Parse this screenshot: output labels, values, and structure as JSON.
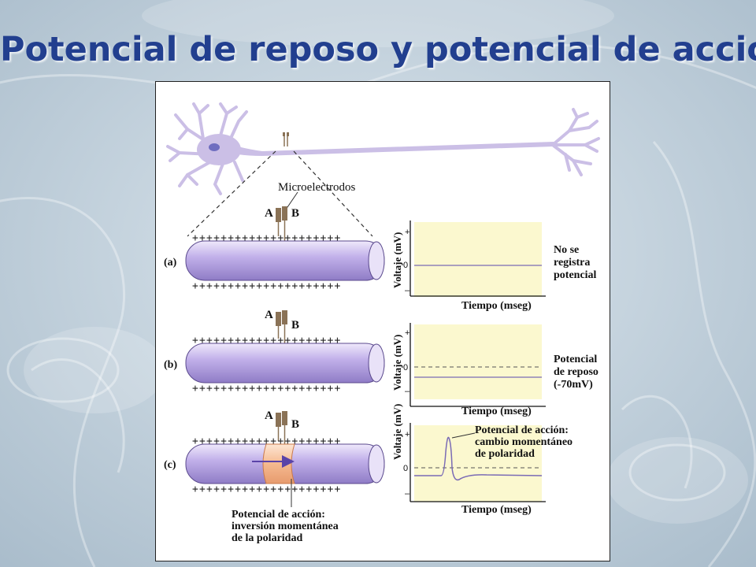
{
  "slide": {
    "title": "Potencial de reposo y potencial de acción"
  },
  "colors": {
    "title": "#223f8f",
    "neuron": "#cbbfe6",
    "axon_fill": "#c7b8ea",
    "graph_bg": "#fbf8cf",
    "trace": "#7a6bb5",
    "electrode": "#8a7256",
    "depolarized": "#f7c9a8"
  },
  "diagram": {
    "microelectrodes_label": "Microelectrodos",
    "electrode_a": "A",
    "electrode_b": "B",
    "panels": [
      {
        "label": "(a)",
        "caption": [
          "No se",
          "registra",
          "potencial"
        ],
        "y_axis": "Voltaje (mV)",
        "x_axis": "Tiempo (mseg)",
        "tick_plus": "+",
        "tick_zero": "0",
        "tick_minus": "–",
        "trace_level_mV": 0
      },
      {
        "label": "(b)",
        "caption": [
          "Potencial",
          "de reposo",
          "(-70mV)"
        ],
        "y_axis": "Voltaje (mV)",
        "x_axis": "Tiempo (mseg)",
        "tick_plus": "+",
        "tick_zero": "0",
        "tick_minus": "–",
        "trace_level_mV": -70
      },
      {
        "label": "(c)",
        "caption": [
          "Potencial de acción:",
          "cambio momentáneo",
          "de polaridad"
        ],
        "y_axis": "Voltaje (mV)",
        "x_axis": "Tiempo (mseg)",
        "tick_plus": "+",
        "tick_zero": "0",
        "tick_minus": "–",
        "trace_level_mV": -70
      }
    ],
    "axon_caption": [
      "Potencial de acción:",
      "inversión momentánea",
      "de la polaridad"
    ]
  }
}
